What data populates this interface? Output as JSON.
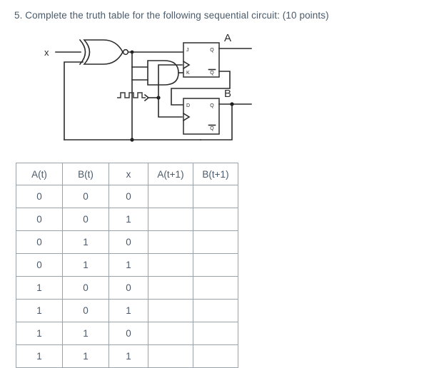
{
  "question": {
    "number": "5.",
    "text": "5. Complete the truth table for the following sequential circuit: (10 points)",
    "points": "(10 points)"
  },
  "circuit": {
    "input_label": "x",
    "output_labels": {
      "a": "A",
      "b": "B"
    },
    "gates": [
      {
        "name": "xnor-gate",
        "type": "XNOR",
        "inputs": [
          "x",
          "B"
        ],
        "output": "xnor_out"
      },
      {
        "name": "and-gate",
        "type": "AND",
        "inputs": [
          "xnor_out",
          "B"
        ],
        "output": "and_out"
      }
    ],
    "clock": {
      "label": "clock-waveform",
      "pulses": 3
    },
    "flipflops": [
      {
        "name": "jk-flipflop",
        "type": "JK",
        "pins": {
          "j": "J",
          "k": "K",
          "q": "Q",
          "qbar": "Q̅"
        },
        "output_label": "A"
      },
      {
        "name": "d-flipflop",
        "type": "D",
        "pins": {
          "d": "D",
          "q": "Q",
          "qbar": "Q̅"
        },
        "output_label": "B"
      }
    ]
  },
  "truth_table": {
    "headers": [
      "A(t)",
      "B(t)",
      "x",
      "A(t+1)",
      "B(t+1)"
    ],
    "rows": [
      [
        "0",
        "0",
        "0",
        "",
        ""
      ],
      [
        "0",
        "0",
        "1",
        "",
        ""
      ],
      [
        "0",
        "1",
        "0",
        "",
        ""
      ],
      [
        "0",
        "1",
        "1",
        "",
        ""
      ],
      [
        "1",
        "0",
        "0",
        "",
        ""
      ],
      [
        "1",
        "0",
        "1",
        "",
        ""
      ],
      [
        "1",
        "1",
        "0",
        "",
        ""
      ],
      [
        "1",
        "1",
        "1",
        "",
        ""
      ]
    ]
  },
  "colors": {
    "text": "#4a5a6a",
    "line": "#2b2b2b",
    "border": "#9aa3ab",
    "background": "#ffffff"
  }
}
